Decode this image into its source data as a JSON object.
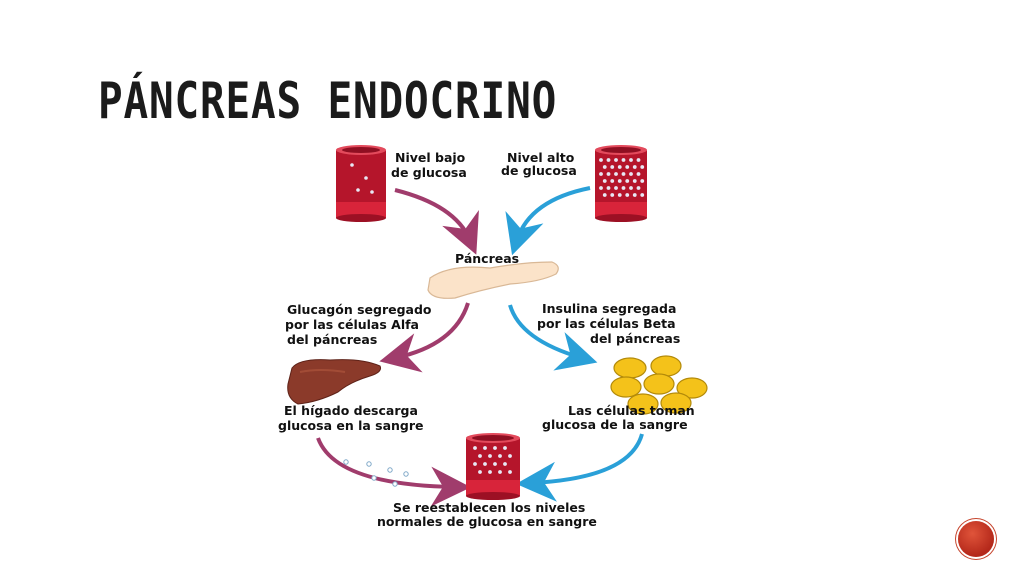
{
  "title": "PÁNCREAS ENDOCRINO",
  "diagram": {
    "low_glucose": [
      "Nivel bajo",
      "de glucosa"
    ],
    "high_glucose": [
      "Nivel alto",
      "de glucosa"
    ],
    "pancreas": "Páncreas",
    "glucagon": [
      "Glucagón segregado",
      "por las células Alfa",
      "del páncreas"
    ],
    "insulin": [
      "Insulina segregada",
      "por las células Beta",
      "del páncreas"
    ],
    "liver": [
      "El hígado descarga",
      "glucosa en la sangre"
    ],
    "cells": [
      "Las células toman",
      "glucosa de la sangre"
    ],
    "restore": [
      "Se reestablecen los niveles",
      "normales de glucosa en sangre"
    ]
  },
  "colors": {
    "vessel": "#b5152b",
    "magenta_arrow": "#a03c6c",
    "blue_arrow": "#2aa0d8",
    "liver": "#8b3a2a",
    "cells": "#f4c21a",
    "pancreas": "#fbe3c9"
  }
}
